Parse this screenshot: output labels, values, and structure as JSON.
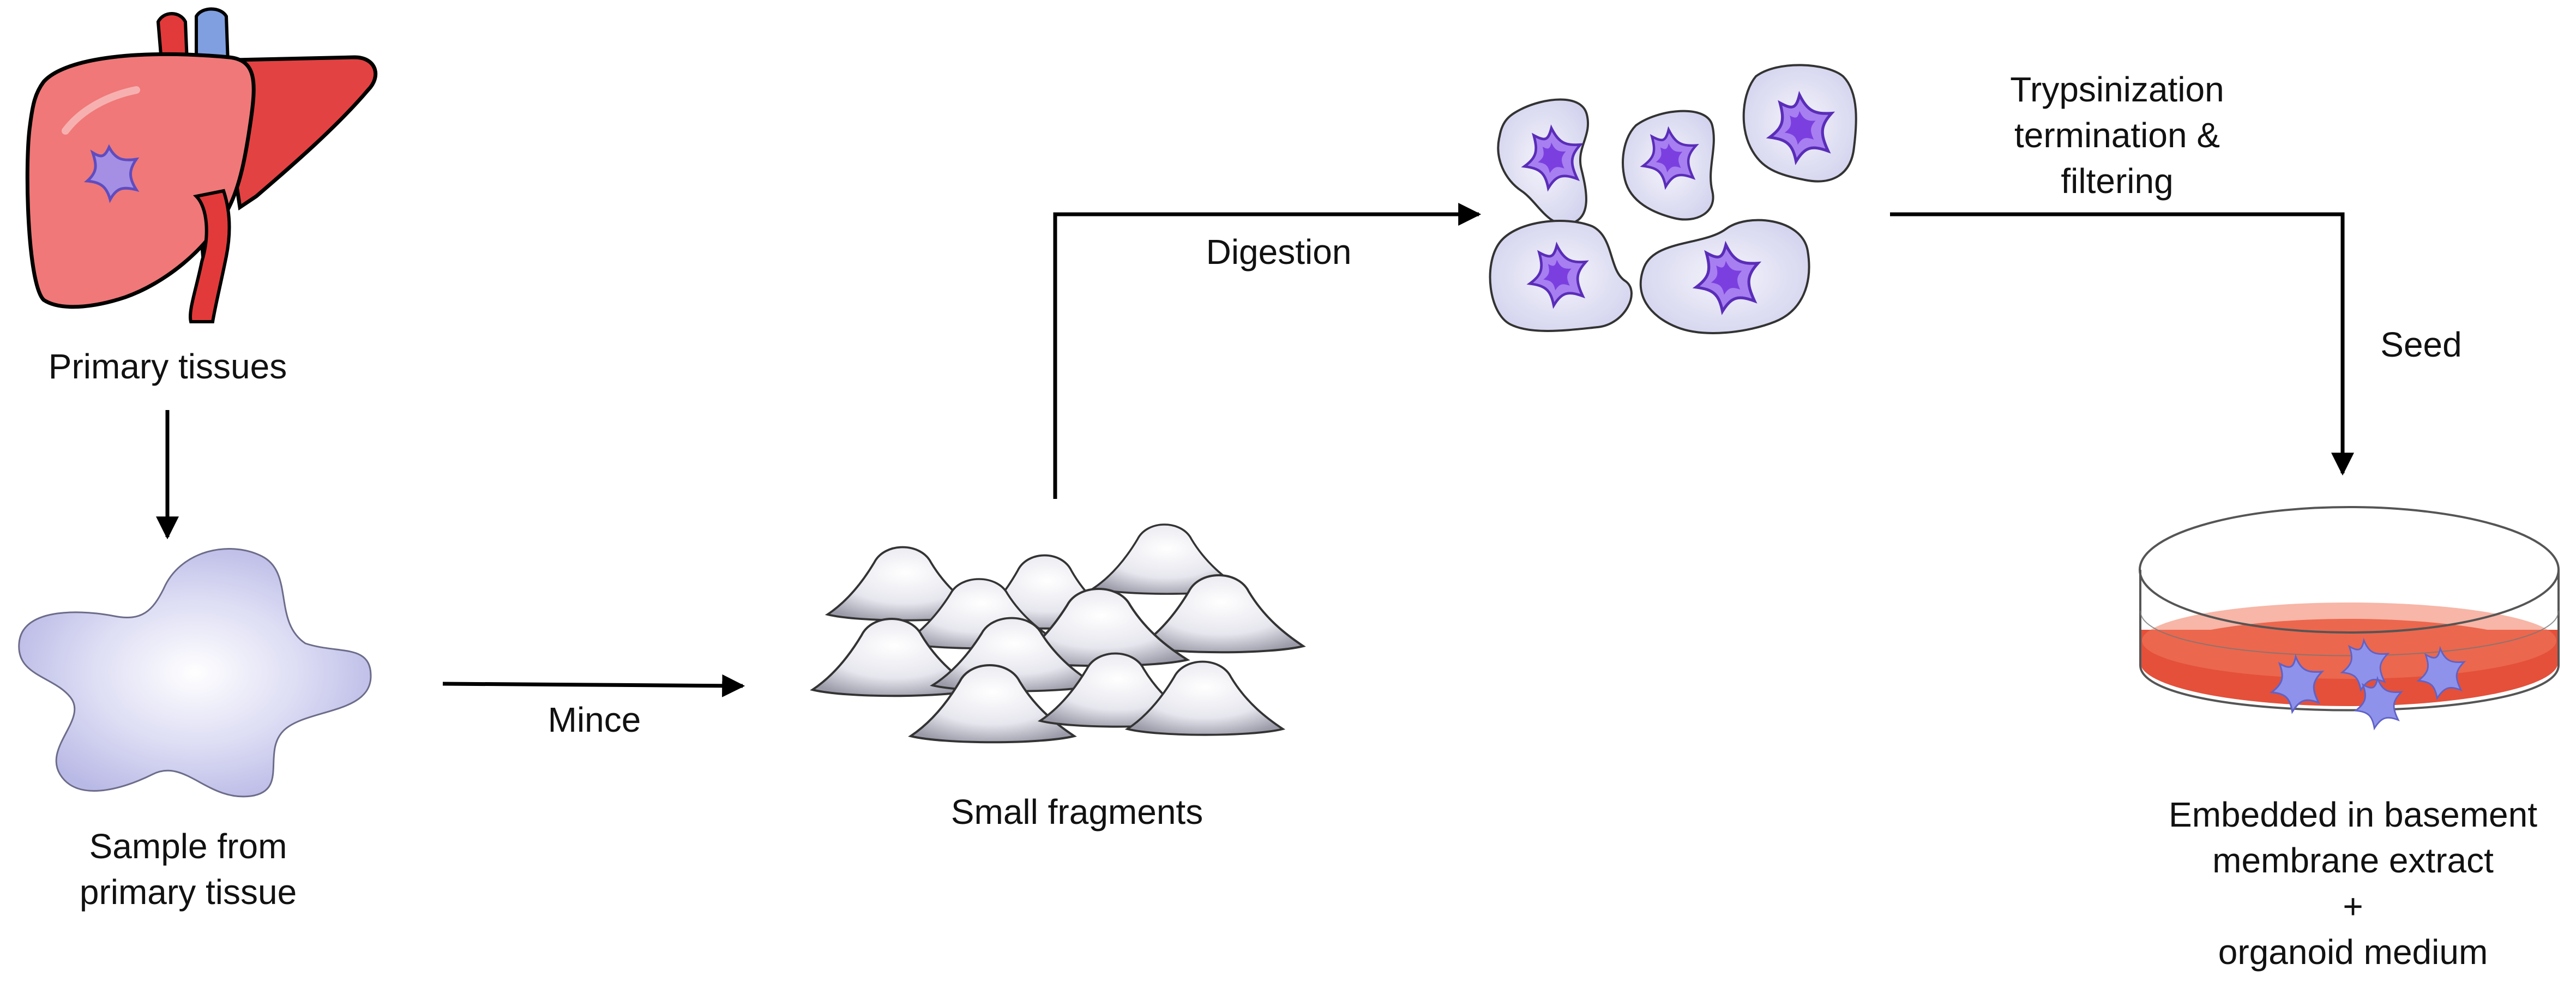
{
  "colors": {
    "liver": "#f07878",
    "liver_dark": "#e34242",
    "vessel_red": "#e23a3a",
    "vessel_blue": "#7f9fe0",
    "lavender": "#c8c8ec",
    "lavender_center": "#ffffff",
    "nucleus": "#7b3fe0",
    "nucleus_light": "#a77ff0",
    "dish_medium": "#e4503a",
    "star_blue": "#8f92ea",
    "arrow": "#000000"
  },
  "steps": {
    "primary_tissues": "Primary tissues",
    "sample": [
      "Sample from",
      "primary tissue"
    ],
    "mince": "Mince",
    "small_fragments": "Small fragments",
    "digestion": "Digestion",
    "trypsinization": [
      "Trypsinization",
      "termination &",
      "filtering"
    ],
    "seed": "Seed",
    "embedded": [
      "Embedded in basement",
      "membrane extract",
      "+",
      "organoid medium"
    ]
  },
  "icons": [
    "liver-icon",
    "tissue-sample-icon",
    "fragments-icon",
    "single-cells-icon",
    "culture-dish-icon"
  ]
}
